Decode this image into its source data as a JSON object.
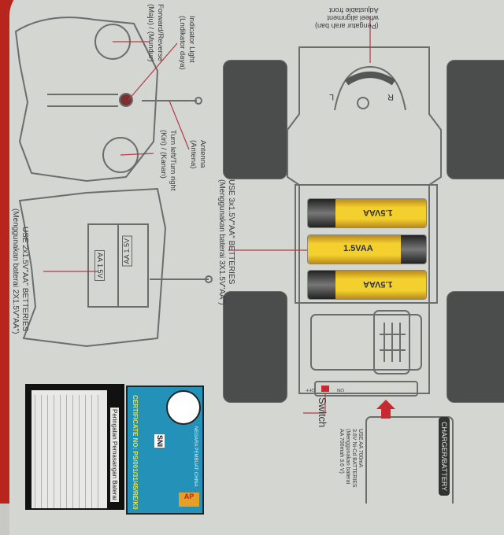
{
  "document": {
    "orientation": "rotated-180",
    "transmitter": {
      "labels": {
        "indicator_light": "Indicator Light",
        "indicator_light_id": "(Lndikator daya)",
        "forward_reverse": "Forward/Reverse",
        "forward_reverse_id": "(Maju) / (Mundur)",
        "antenna": "Antenna",
        "antenna_id": "(Antena)",
        "turn": "Turn left/Turn right",
        "turn_id": "(Kiri) / (Kanan)"
      },
      "battery_note": "USE 2x1.5V\"AA\" BETTERIES",
      "battery_note_id": "(Menggunakan baterai 2X1.5V\"AA\")",
      "cells": [
        "AA 1.5V",
        "AA 1.5V"
      ]
    },
    "car": {
      "alignment_label": "Adjustable front",
      "alignment_label2": "wheel alignment",
      "alignment_label_id": "(Pengatur arah ban)",
      "dial_left": "L",
      "dial_right": "R",
      "battery_note": "USE 3x1.5V\"AA\" BETTERIES",
      "battery_note_id": "(Menggunakan baterai 3X1.5V\"AA\")",
      "cells": [
        "1.5VAA",
        "1.5VAA",
        "1.5VAA"
      ],
      "switch_label": "Switch",
      "switch_off": "OFF",
      "switch_on": "ON"
    },
    "charger": {
      "tab_label": "CHARGER/BATTERY",
      "note1": "USE AA 700mA",
      "note2": "3.6V Ni-Cd BATTERIES",
      "note_id": "(Menggunakan baterai",
      "note_id2": "AA 700mah 3.6 V)"
    },
    "certificate": {
      "title": "CERTIFICATE NO: PS/001/31/45/RE/K0",
      "mark": "SNI",
      "country": "NEGARA PEMBUAT: CHINA",
      "badge": "AP"
    },
    "notice": {
      "title": "Peringatan Pemasangan Baterai"
    },
    "colors": {
      "accent_red": "#b8251c",
      "tire": "#4a4d4c",
      "battery_yellow": "#f4d02e",
      "cert_blue": "#2391b8"
    }
  }
}
